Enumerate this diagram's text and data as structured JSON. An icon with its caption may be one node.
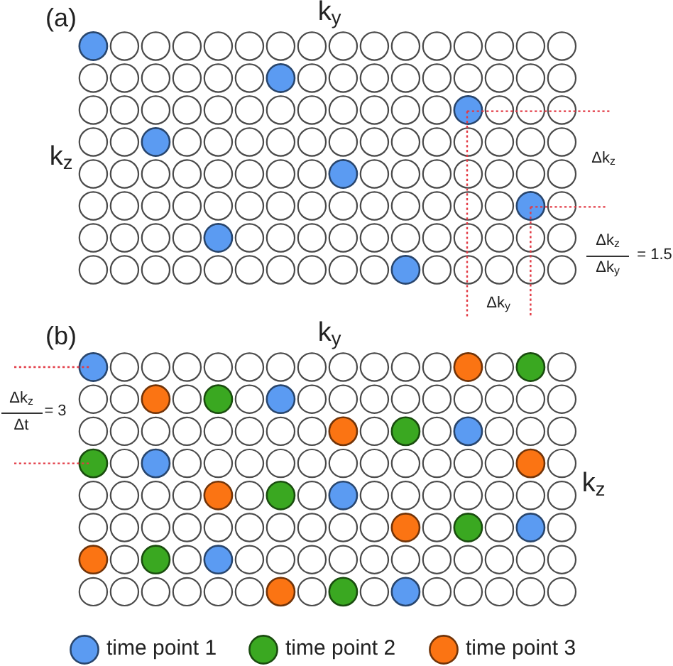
{
  "diagram": {
    "labels": [
      "(a)",
      "k$_{y}$",
      "k$_{z}$",
      "Δk$_{z}$",
      "Δk$_{z}$",
      "Δk$_{y}$",
      "= 1.5",
      "Δk$_{y}$",
      "(b)",
      "k$_{y}$",
      "Δk$_{z}$",
      "Δt",
      "= 3",
      "k$_{z}$"
    ],
    "legend": [
      {
        "text": "time point 1",
        "color": "#5b9bf2"
      },
      {
        "text": "time point 2",
        "color": "#3aa821"
      },
      {
        "text": "time point 3",
        "color": "#fb7413"
      }
    ]
  }
}
